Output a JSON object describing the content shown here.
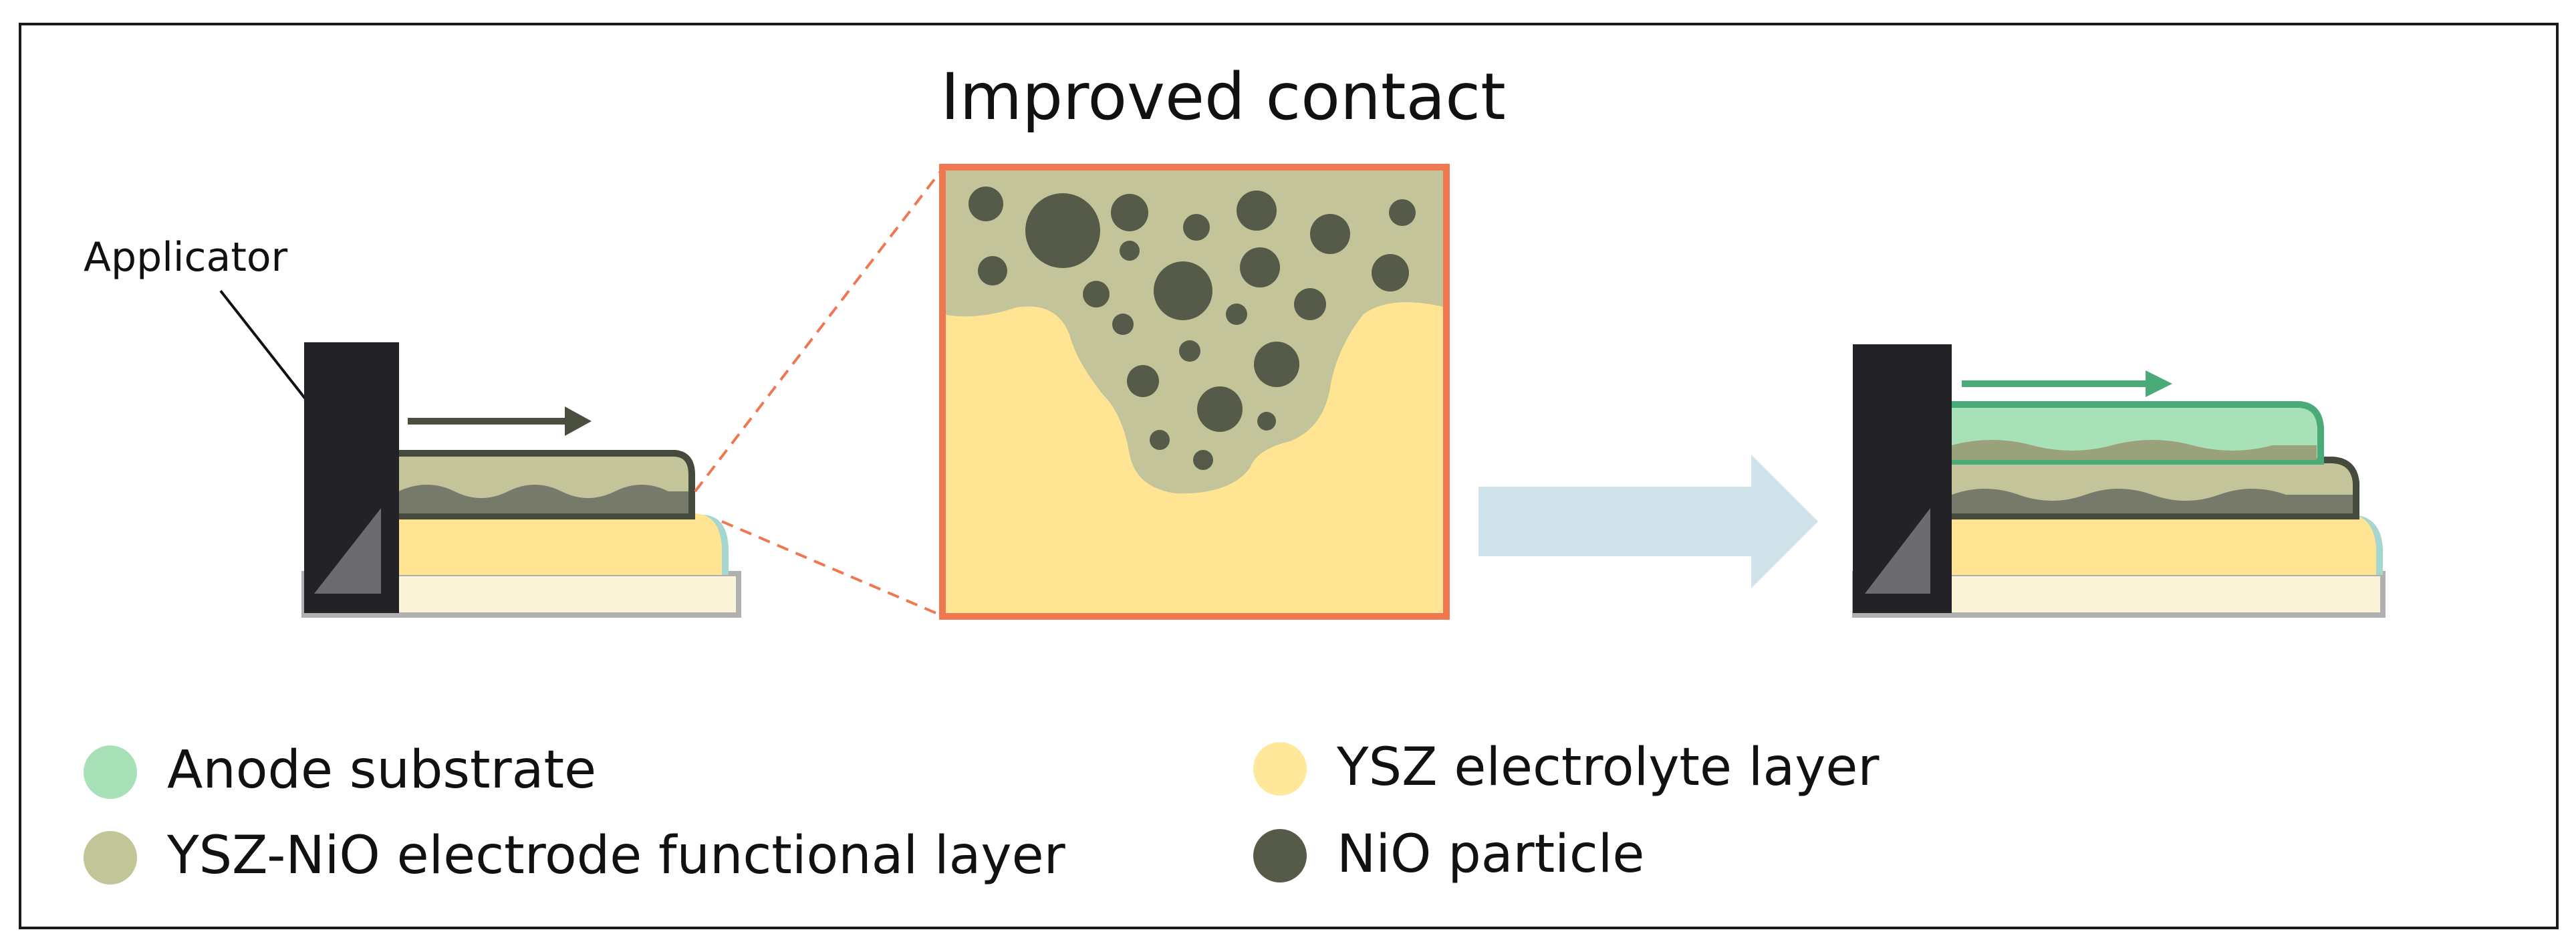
{
  "diagram": {
    "title": "Improved contact",
    "applicator_label": "Applicator"
  },
  "legend": [
    {
      "label": "Anode substrate",
      "color": "#a8e0b8"
    },
    {
      "label": "YSZ-NiO electrode functional layer",
      "color": "#c2c597"
    },
    {
      "label": "YSZ electrolyte layer",
      "color": "#ffe89a"
    },
    {
      "label": "NiO particle",
      "color": "#555a49"
    }
  ],
  "colors": {
    "anode_substrate": "#a8e0b8",
    "functional_layer": "#c2c597",
    "electrolyte_layer": "#ffe89a",
    "nio_particle": "#555a49",
    "applicator": "#222227",
    "zoom_border": "#f07850",
    "flow_arrow": "#d0e2ea",
    "green_arrow": "#4aaa78",
    "dark_arrow": "#4a4e3f"
  }
}
